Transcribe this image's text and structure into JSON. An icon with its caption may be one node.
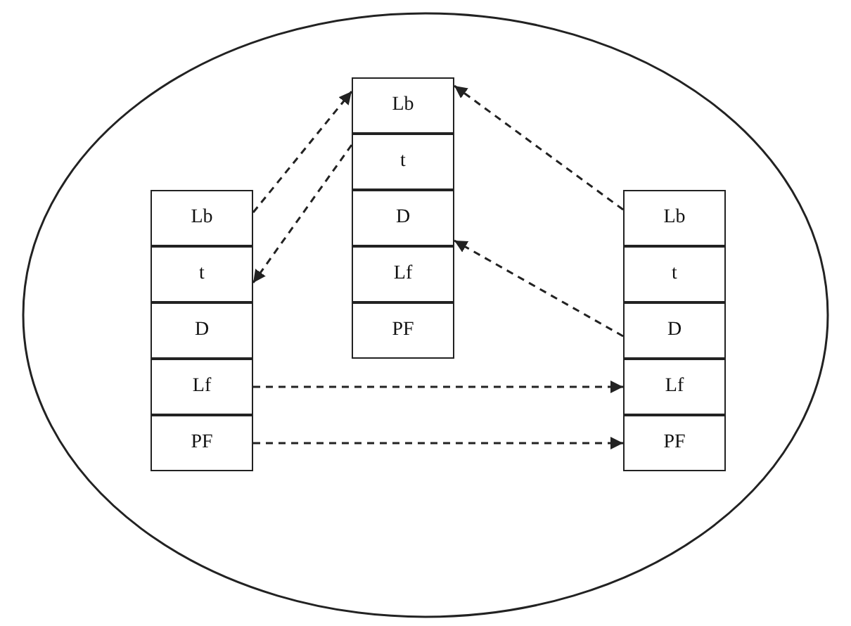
{
  "diagram": {
    "nodes": [
      {
        "text": [],
        "shape": "circle"
      },
      {
        "text": [
          "Lb"
        ],
        "in": 0
      },
      {
        "text": [
          "t"
        ],
        "in": 0
      },
      {
        "text": [
          "D"
        ],
        "in": 0
      },
      {
        "text": [
          "Lf"
        ],
        "in": 0
      },
      {
        "text": [
          "PF"
        ],
        "in": 0
      },
      {
        "text": [
          "Lb"
        ],
        "in": 0
      },
      {
        "text": [
          "t"
        ],
        "in": 0
      },
      {
        "text": [
          "D"
        ],
        "in": 0
      },
      {
        "text": [
          "Lf"
        ],
        "in": 0
      },
      {
        "text": [
          "PF"
        ],
        "in": 0
      },
      {
        "text": [
          "Lb"
        ],
        "in": 0
      },
      {
        "text": [
          "t"
        ],
        "in": 0
      },
      {
        "text": [
          "D"
        ],
        "in": 0
      },
      {
        "text": [
          "Lf"
        ],
        "in": 0
      },
      {
        "text": [
          "PF"
        ],
        "in": 0
      }
    ],
    "edges": [
      {
        "from": 1,
        "to": 6,
        "arrow": "to",
        "style": "dashed"
      },
      {
        "from": 7,
        "to": 2,
        "arrow": "to",
        "style": "dashed"
      },
      {
        "from": 11,
        "to": 6,
        "arrow": "to",
        "style": "dashed"
      },
      {
        "from": 13,
        "to": 8,
        "arrow": "to",
        "style": "dashed"
      },
      {
        "from": 4,
        "to": 14,
        "arrow": "to",
        "style": "dashed"
      },
      {
        "from": 5,
        "to": 15,
        "arrow": "to",
        "style": "dashed"
      }
    ]
  }
}
